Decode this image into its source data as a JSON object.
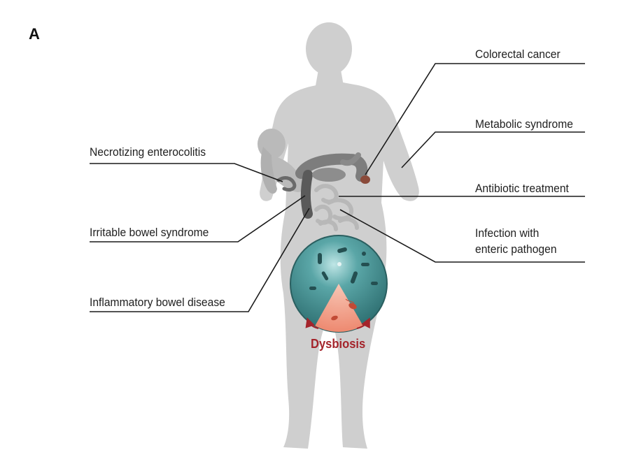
{
  "panel_label": "A",
  "labels": {
    "colorectal_cancer": "Colorectal cancer",
    "metabolic_syndrome": "Metabolic syndrome",
    "antibiotic_treatment": "Antibiotic treatment",
    "infection_line1": "Infection with",
    "infection_line2": "enteric pathogen",
    "necrotizing_enterocolitis": "Necrotizing enterocolitis",
    "irritable_bowel_syndrome": "Irritable bowel syndrome",
    "inflammatory_bowel_disease": "Inflammatory bowel disease",
    "dysbiosis": "Dysbiosis"
  },
  "colors": {
    "body": "#cfcfcf",
    "infant": "#bdbdbd",
    "intestine": "#7d7d7d",
    "colon_dark": "#555555",
    "tumor": "#8a4a3a",
    "microbe_circle": "#3f8f90",
    "dysbiosis_wedge": "#e96a55",
    "dysbiosis_text": "#a4242b",
    "leader_line": "#1a1a1a"
  }
}
